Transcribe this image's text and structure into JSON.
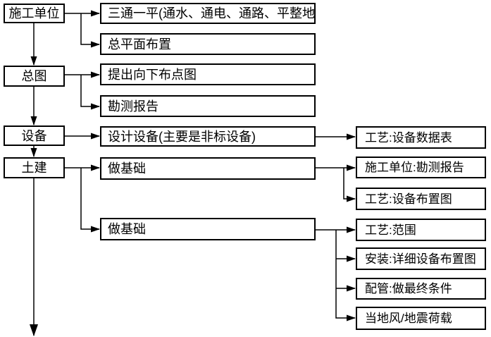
{
  "flowchart": {
    "colors": {
      "line": "#000000",
      "box_border": "#000000",
      "box_bg": "#ffffff",
      "text": "#000000"
    },
    "stage_nodes": [
      {
        "id": "shigong-danwei",
        "label": "施工单位"
      },
      {
        "id": "zongtu",
        "label": "总图"
      },
      {
        "id": "shebei",
        "label": "设备"
      },
      {
        "id": "tujian",
        "label": "土建"
      }
    ],
    "task_nodes": [
      {
        "id": "santong-yiping",
        "label": "三通一平(通水、通电、通路、平整地面)"
      },
      {
        "id": "zongpingmian",
        "label": "总平面布置"
      },
      {
        "id": "tichu-budiantu",
        "label": "提出向下布点图"
      },
      {
        "id": "kance-baogao",
        "label": "勘测报告"
      },
      {
        "id": "sheji-shebei",
        "label": "设计设备(主要是非标设备)"
      },
      {
        "id": "zuo-jichu-1",
        "label": "做基础"
      },
      {
        "id": "zuo-jichu-2",
        "label": "做基础"
      }
    ],
    "detail_nodes": [
      {
        "id": "gongyi-shuju",
        "label": "工艺:设备数据表"
      },
      {
        "id": "shigong-kance",
        "label": "施工单位:勘测报告"
      },
      {
        "id": "gongyi-buzhi",
        "label": "工艺:设备布置图"
      },
      {
        "id": "gongyi-fanwei",
        "label": "工艺:范围"
      },
      {
        "id": "anzhuang-buzhi",
        "label": "安装:详细设备布置图"
      },
      {
        "id": "peiguan-tiaojian",
        "label": "配管:做最终条件"
      },
      {
        "id": "dangdifeng",
        "label": "当地风/地震荷载"
      }
    ],
    "edges": [
      {
        "from": "shigong-danwei",
        "to": "santong-yiping"
      },
      {
        "from": "shigong-danwei",
        "to": "zongpingmian"
      },
      {
        "from": "shigong-danwei",
        "to": "zongtu"
      },
      {
        "from": "zongtu",
        "to": "tichu-budiantu"
      },
      {
        "from": "zongtu",
        "to": "kance-baogao"
      },
      {
        "from": "zongtu",
        "to": "shebei"
      },
      {
        "from": "shebei",
        "to": "sheji-shebei"
      },
      {
        "from": "shebei",
        "to": "tujian"
      },
      {
        "from": "sheji-shebei",
        "to": "gongyi-shuju"
      },
      {
        "from": "tujian",
        "to": "zuo-jichu-1"
      },
      {
        "from": "tujian",
        "to": "zuo-jichu-2"
      },
      {
        "from": "zuo-jichu-1",
        "to": "shigong-kance"
      },
      {
        "from": "zuo-jichu-1",
        "to": "gongyi-buzhi"
      },
      {
        "from": "zuo-jichu-2",
        "to": "gongyi-fanwei"
      },
      {
        "from": "zuo-jichu-2",
        "to": "anzhuang-buzhi"
      },
      {
        "from": "zuo-jichu-2",
        "to": "peiguan-tiaojian"
      },
      {
        "from": "zuo-jichu-2",
        "to": "dangdifeng"
      },
      {
        "from": "tujian",
        "to": "off-canvas-down"
      }
    ]
  }
}
